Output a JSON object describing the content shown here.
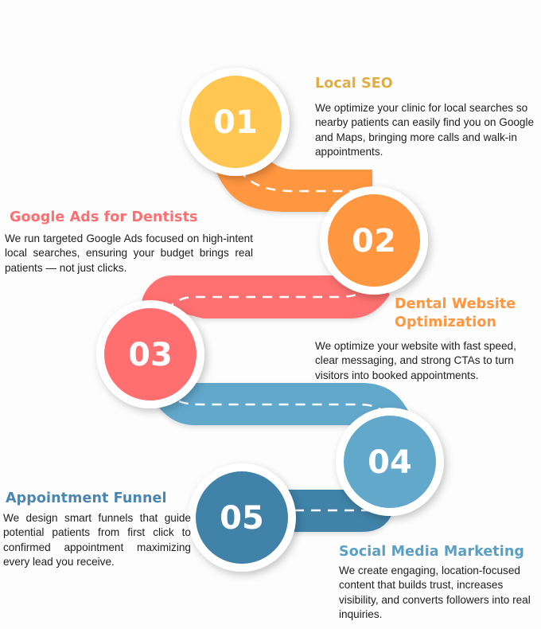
{
  "colors": {
    "step1": "#FFC752",
    "step2": "#FF9640",
    "step3": "#FF6F70",
    "step4": "#62A8CB",
    "step5": "#4182A8",
    "title1": "#E0AC45",
    "title2": "#FF6F70",
    "title3": "#FF9640",
    "title4": "#4A86AE",
    "title5": "#5A9FC4",
    "dash": "#FFFFFF",
    "ring": "#FFFFFF"
  },
  "steps": [
    {
      "number": "01",
      "title": "Local SEO",
      "description": "We optimize your clinic for local searches so nearby patients can easily find you on Google and Maps, bringing more calls and walk-in appointments."
    },
    {
      "number": "02",
      "title": "Google Ads for Dentists",
      "description": "We run targeted Google Ads focused on high-intent local searches, ensuring your budget brings real patients — not just clicks."
    },
    {
      "number": "03",
      "title": "Dental Website Optimization",
      "description": "We optimize your website with fast speed, clear messaging, and strong CTAs to turn visitors into booked appointments."
    },
    {
      "number": "04",
      "title": "Appointment Funnel",
      "description": "We design smart funnels that guide potential patients from first click to confirmed appointment maximizing every lead you receive."
    },
    {
      "number": "05",
      "title": "Social Media Marketing",
      "description": "We create engaging, location-focused content that builds trust, increases visibility, and converts followers into real inquiries."
    }
  ]
}
